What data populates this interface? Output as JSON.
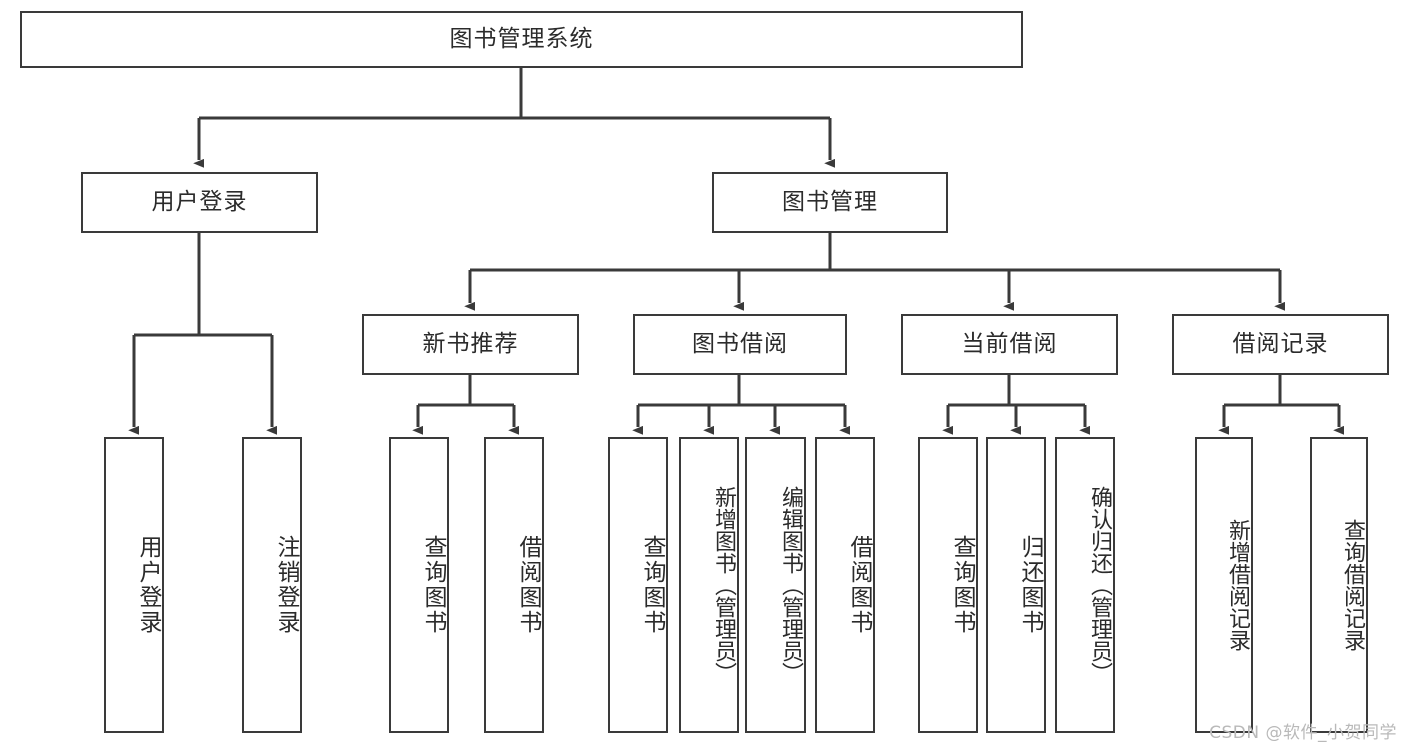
{
  "diagram": {
    "title": "图书管理系统",
    "type": "tree-hierarchy",
    "root": {
      "id": "root",
      "label": "图书管理系统"
    },
    "level2": [
      {
        "id": "user-login",
        "label": "用户登录"
      },
      {
        "id": "book-management",
        "label": "图书管理"
      }
    ],
    "level3": [
      {
        "id": "new-book-recommend",
        "label": "新书推荐",
        "parent": "book-management"
      },
      {
        "id": "book-borrow",
        "label": "图书借阅",
        "parent": "book-management"
      },
      {
        "id": "current-borrow",
        "label": "当前借阅",
        "parent": "book-management"
      },
      {
        "id": "borrow-record",
        "label": "借阅记录",
        "parent": "book-management"
      }
    ],
    "leaves": {
      "user-login": [
        {
          "id": "leaf-user-login",
          "label": "用户登录"
        },
        {
          "id": "leaf-logout-login",
          "label": "注销登录"
        }
      ],
      "new-book-recommend": [
        {
          "id": "leaf-query-book-1",
          "label": "查询图书"
        },
        {
          "id": "leaf-borrow-book-1",
          "label": "借阅图书"
        }
      ],
      "book-borrow": [
        {
          "id": "leaf-query-book-2",
          "label": "查询图书"
        },
        {
          "id": "leaf-add-book",
          "label": "新增图书（管理员）"
        },
        {
          "id": "leaf-edit-book",
          "label": "编辑图书（管理员）"
        },
        {
          "id": "leaf-borrow-book-2",
          "label": "借阅图书"
        }
      ],
      "current-borrow": [
        {
          "id": "leaf-query-book-3",
          "label": "查询图书"
        },
        {
          "id": "leaf-return-book",
          "label": "归还图书"
        },
        {
          "id": "leaf-confirm-return",
          "label": "确认归还（管理员）"
        }
      ],
      "borrow-record": [
        {
          "id": "leaf-add-record",
          "label": "新增借阅记录"
        },
        {
          "id": "leaf-query-record",
          "label": "查询借阅记录"
        }
      ]
    }
  },
  "watermark": {
    "text": "CSDN @软件_小贺同学"
  },
  "colors": {
    "border": "#3a3a3a",
    "text": "#2b2b2b",
    "background": "#ffffff",
    "watermark": "#b9b9b9"
  }
}
